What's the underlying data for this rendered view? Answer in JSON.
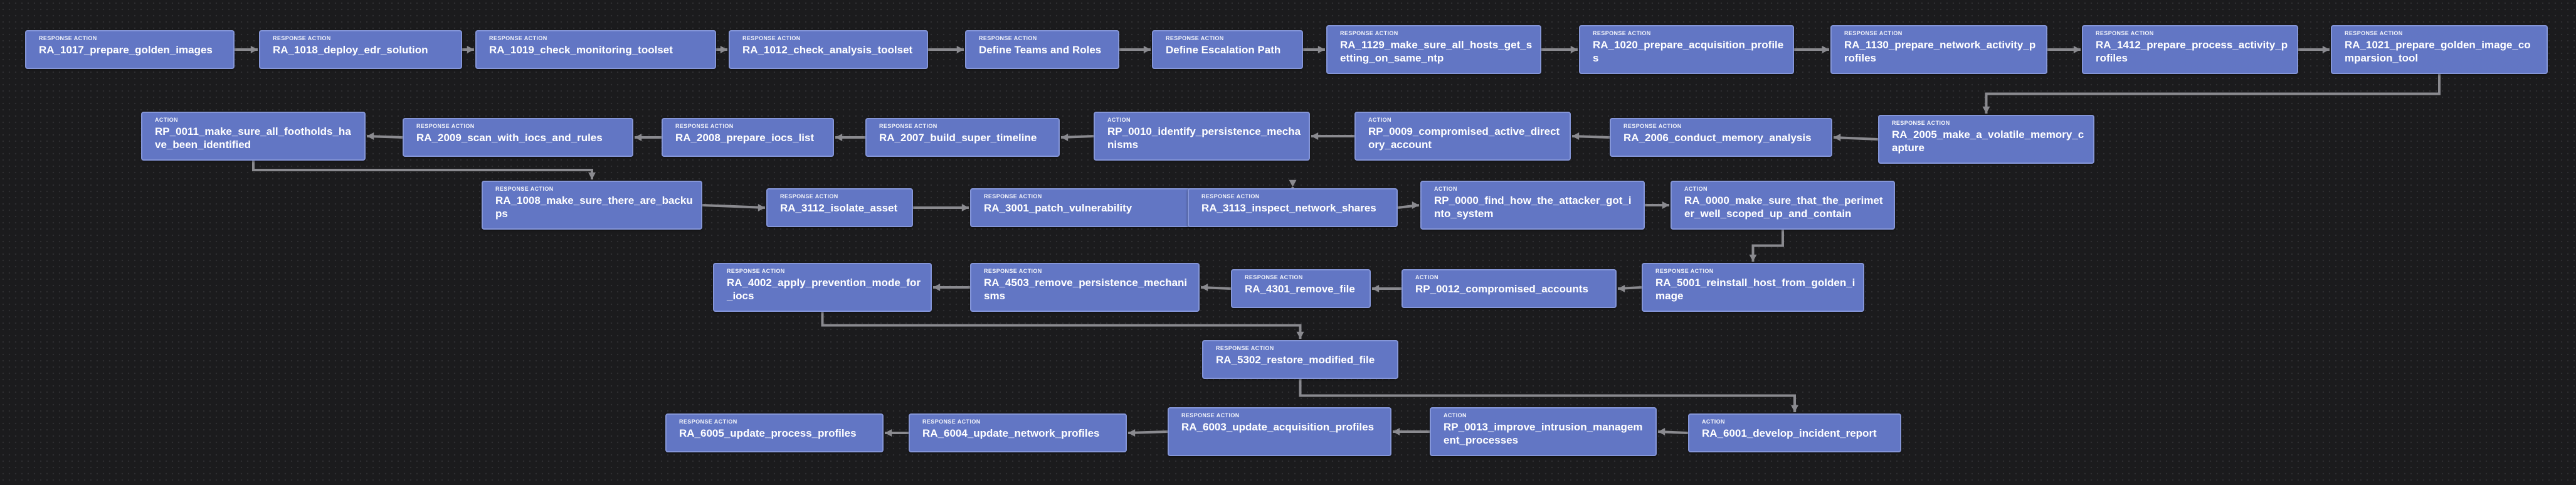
{
  "labels": {
    "response_action": "RESPONSE ACTION",
    "action": "ACTION"
  },
  "nodes": [
    {
      "id": "n1",
      "kind": "response_action",
      "title": "RA_1017_prepare_golden_images"
    },
    {
      "id": "n2",
      "kind": "response_action",
      "title": "RA_1018_deploy_edr_solution"
    },
    {
      "id": "n3",
      "kind": "response_action",
      "title": "RA_1019_check_monitoring_toolset"
    },
    {
      "id": "n4",
      "kind": "response_action",
      "title": "RA_1012_check_analysis_toolset"
    },
    {
      "id": "n5",
      "kind": "response_action",
      "title": "Define Teams and Roles"
    },
    {
      "id": "n6",
      "kind": "response_action",
      "title": "Define Escalation Path"
    },
    {
      "id": "n7",
      "kind": "response_action",
      "title": "RA_1129_make_sure_all_hosts_get_setting_on_same_ntp"
    },
    {
      "id": "n8",
      "kind": "response_action",
      "title": "RA_1020_prepare_acquisition_profiles"
    },
    {
      "id": "n9",
      "kind": "response_action",
      "title": "RA_1130_prepare_network_activity_profiles"
    },
    {
      "id": "n10",
      "kind": "response_action",
      "title": "RA_1412_prepare_process_activity_profiles"
    },
    {
      "id": "n11",
      "kind": "response_action",
      "title": "RA_1021_prepare_golden_image_comparsion_tool"
    },
    {
      "id": "n12",
      "kind": "response_action",
      "title": "RA_2005_make_a_volatile_memory_capture"
    },
    {
      "id": "n13",
      "kind": "response_action",
      "title": "RA_2006_conduct_memory_analysis"
    },
    {
      "id": "n14",
      "kind": "action",
      "title": "RP_0009_compromised_active_directory_account"
    },
    {
      "id": "n15",
      "kind": "action",
      "title": "RP_0010_identify_persistence_mechanisms"
    },
    {
      "id": "n16",
      "kind": "response_action",
      "title": "RA_2007_build_super_timeline"
    },
    {
      "id": "n17",
      "kind": "response_action",
      "title": "RA_2008_prepare_iocs_list"
    },
    {
      "id": "n18",
      "kind": "response_action",
      "title": "RA_2009_scan_with_iocs_and_rules"
    },
    {
      "id": "n19",
      "kind": "action",
      "title": "RP_0011_make_sure_all_footholds_have_been_identified"
    },
    {
      "id": "n20",
      "kind": "response_action",
      "title": "RA_1008_make_sure_there_are_backups"
    },
    {
      "id": "n21",
      "kind": "response_action",
      "title": "RA_3112_isolate_asset"
    },
    {
      "id": "n22",
      "kind": "response_action",
      "title": "RA_3001_patch_vulnerability"
    },
    {
      "id": "n23",
      "kind": "response_action",
      "title": "RA_3113_inspect_network_shares"
    },
    {
      "id": "n24",
      "kind": "action",
      "title": "RP_0000_find_how_the_attacker_got_into_system"
    },
    {
      "id": "n25",
      "kind": "action",
      "title": "RA_0000_make_sure_that_the_perimeter_well_scoped_up_and_contain"
    },
    {
      "id": "n26",
      "kind": "response_action",
      "title": "RA_5001_reinstall_host_from_golden_image"
    },
    {
      "id": "n27",
      "kind": "action",
      "title": "RP_0012_compromised_accounts"
    },
    {
      "id": "n28",
      "kind": "response_action",
      "title": "RA_4301_remove_file"
    },
    {
      "id": "n29",
      "kind": "response_action",
      "title": "RA_4503_remove_persistence_mechanisms"
    },
    {
      "id": "n30",
      "kind": "response_action",
      "title": "RA_4002_apply_prevention_mode_for_iocs"
    },
    {
      "id": "n31",
      "kind": "response_action",
      "title": "RA_5302_restore_modified_file"
    },
    {
      "id": "n32",
      "kind": "action",
      "title": "RA_6001_develop_incident_report"
    },
    {
      "id": "n33",
      "kind": "action",
      "title": "RP_0013_improve_intrusion_management_processes"
    },
    {
      "id": "n34",
      "kind": "response_action",
      "title": "RA_6003_update_acquisition_profiles"
    },
    {
      "id": "n35",
      "kind": "response_action",
      "title": "RA_6004_update_network_profiles"
    },
    {
      "id": "n36",
      "kind": "response_action",
      "title": "RA_6005_update_process_profiles"
    }
  ],
  "edges": [
    [
      "n1",
      "n2"
    ],
    [
      "n2",
      "n3"
    ],
    [
      "n3",
      "n4"
    ],
    [
      "n4",
      "n5"
    ],
    [
      "n5",
      "n6"
    ],
    [
      "n6",
      "n7"
    ],
    [
      "n7",
      "n8"
    ],
    [
      "n8",
      "n9"
    ],
    [
      "n9",
      "n10"
    ],
    [
      "n10",
      "n11"
    ],
    [
      "n11",
      "n12"
    ],
    [
      "n12",
      "n13"
    ],
    [
      "n13",
      "n14"
    ],
    [
      "n14",
      "n15"
    ],
    [
      "n15",
      "n16"
    ],
    [
      "n16",
      "n17"
    ],
    [
      "n17",
      "n18"
    ],
    [
      "n18",
      "n19"
    ],
    [
      "n19",
      "n20"
    ],
    [
      "n20",
      "n21"
    ],
    [
      "n21",
      "n22"
    ],
    [
      "n22",
      "n23"
    ],
    [
      "n23",
      "n24"
    ],
    [
      "n24",
      "n25"
    ],
    [
      "n25",
      "n26"
    ],
    [
      "n26",
      "n27"
    ],
    [
      "n27",
      "n28"
    ],
    [
      "n28",
      "n29"
    ],
    [
      "n29",
      "n30"
    ],
    [
      "n30",
      "n31"
    ],
    [
      "n31",
      "n32"
    ],
    [
      "n32",
      "n33"
    ],
    [
      "n33",
      "n34"
    ],
    [
      "n34",
      "n35"
    ],
    [
      "n35",
      "n36"
    ]
  ],
  "colors": {
    "node_fill": "#6276c4",
    "node_border": "#8596d8",
    "edge": "#8a8a8f",
    "background": "#1b1b1d"
  }
}
